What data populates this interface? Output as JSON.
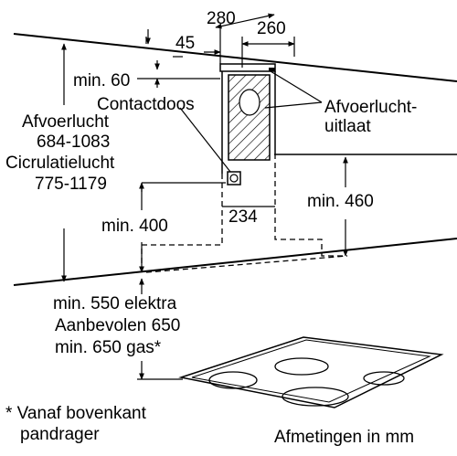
{
  "dimensions": {
    "d280": "280",
    "d260": "260",
    "d45": "45",
    "d234": "234"
  },
  "labels": {
    "min60": "min. 60",
    "contactdoos": "Contactdoos",
    "afvoerlucht_uitlaat_1": "Afvoerlucht-",
    "afvoerlucht_uitlaat_2": "uitlaat",
    "afvoerlucht": "Afvoerlucht",
    "afvoer_range": "684-1083",
    "circulatielucht": "Cicrulatielucht",
    "circulatie_range": "775-1179",
    "min400": "min. 400",
    "min460": "min. 460",
    "min550": "min. 550 elektra",
    "aanbevolen": "Aanbevolen 650",
    "min650gas": "min. 650 gas*",
    "footnote_1": "* Vanaf bovenkant",
    "footnote_2": "pandrager",
    "units_note": "Afmetingen in mm"
  },
  "colors": {
    "line": "#000000",
    "background": "#ffffff"
  }
}
